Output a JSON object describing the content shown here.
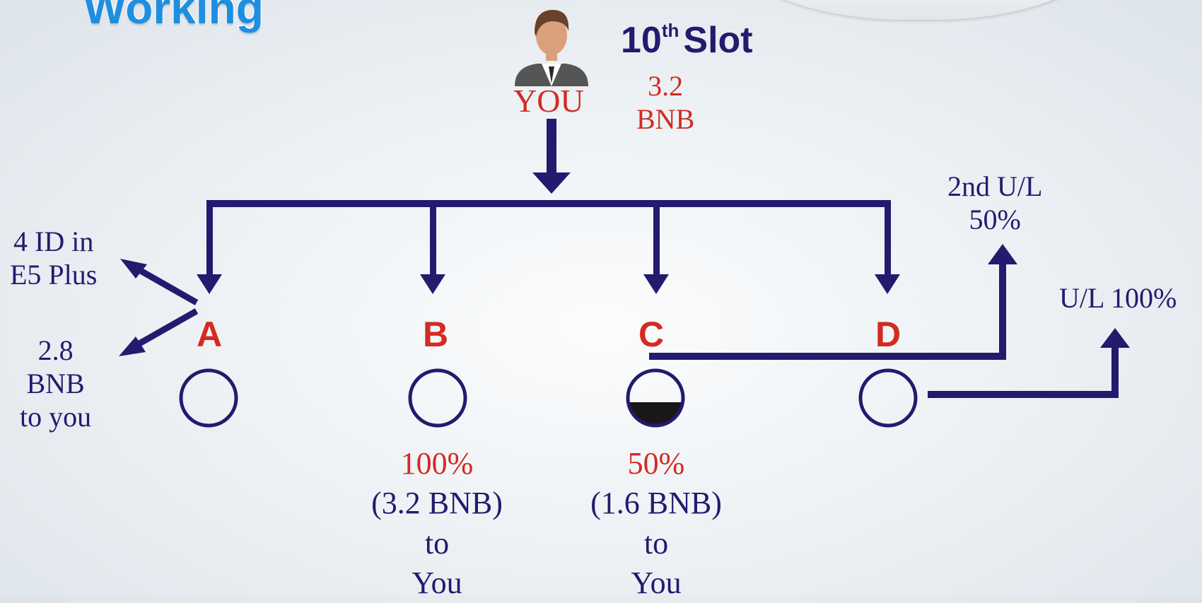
{
  "header": {
    "partial_title": "Working",
    "slot_number": "10",
    "slot_suffix": "th",
    "slot_word": "Slot",
    "slot_amount_line1": "3.2",
    "slot_amount_line2": "BNB"
  },
  "you": {
    "label": "YOU",
    "icon": "person-icon"
  },
  "nodes": {
    "a": {
      "label": "A"
    },
    "b": {
      "label": "B"
    },
    "c": {
      "label": "C"
    },
    "d": {
      "label": "D"
    }
  },
  "annotations": {
    "a_up_line1": "4 ID in",
    "a_up_line2": "E5 Plus",
    "a_down_line1": "2.8",
    "a_down_line2": "BNB",
    "a_down_line3": "to you",
    "b_percent": "100%",
    "b_amount": "(3.2 BNB)",
    "b_to": "to",
    "b_you": "You",
    "c_percent": "50%",
    "c_amount": "(1.6 BNB)",
    "c_to": "to",
    "c_you": "You",
    "second_ul_line1": "2nd U/L",
    "second_ul_line2": "50%",
    "ul": "U/L 100%"
  },
  "colors": {
    "navy": "#241a6e",
    "red": "#d42a22",
    "blue": "#1e8fe0",
    "fill_black": "#1a1717"
  }
}
